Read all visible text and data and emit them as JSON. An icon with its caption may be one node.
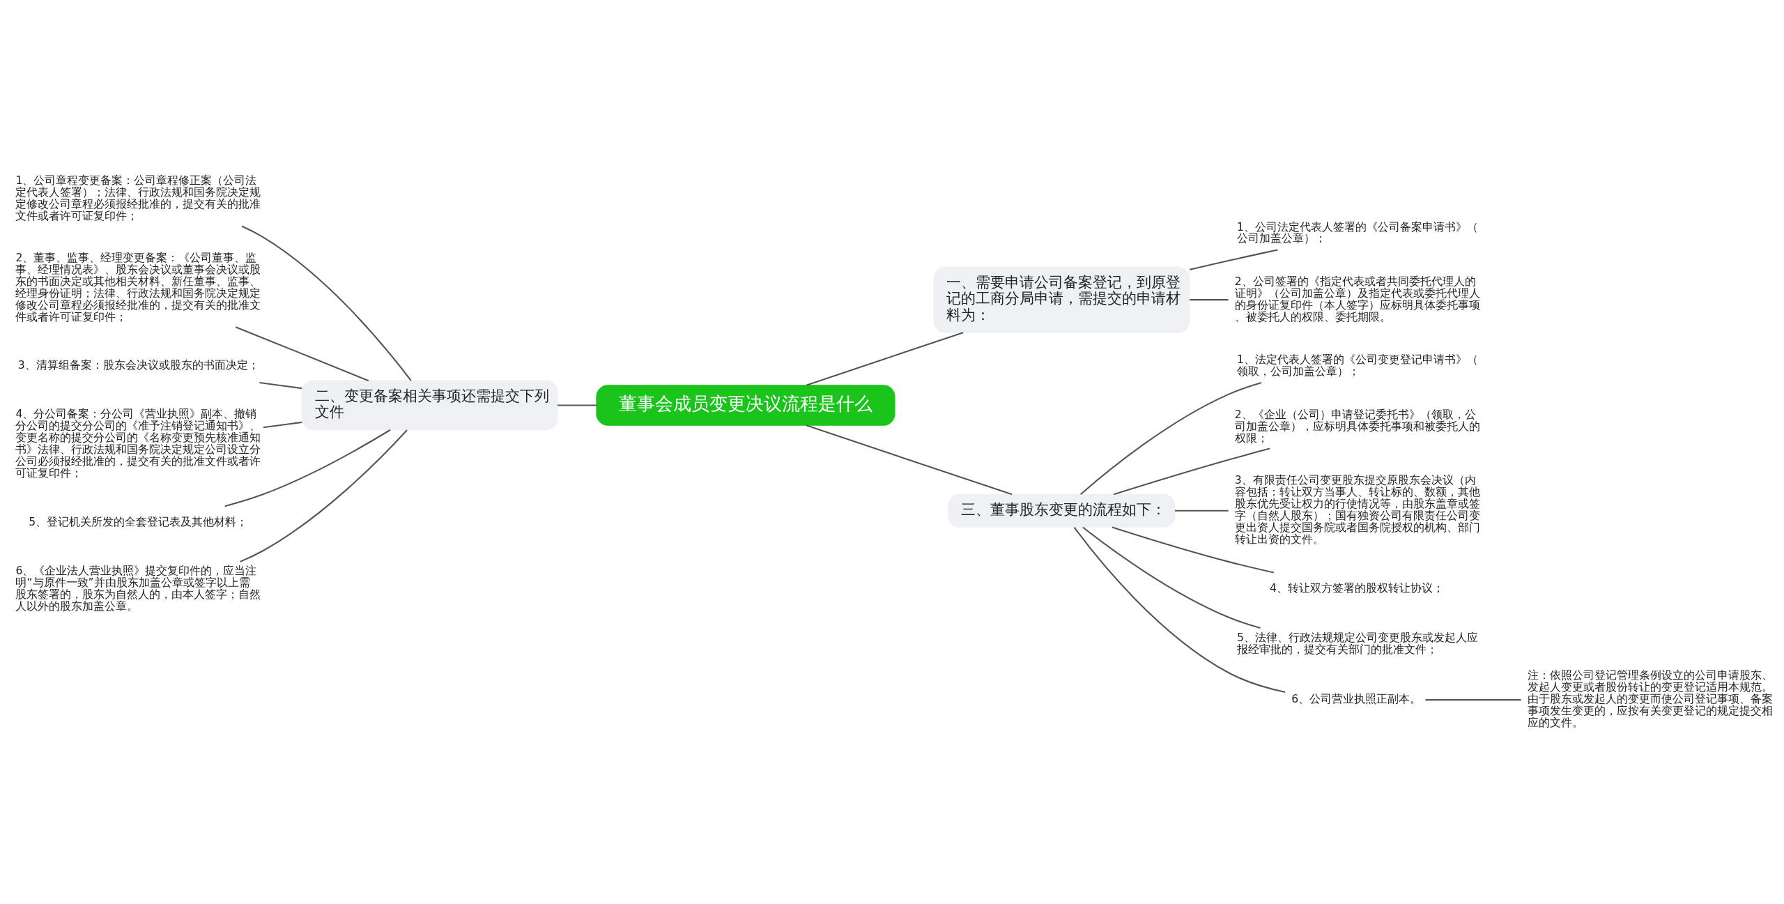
{
  "diagram": {
    "nodes": [
      {
        "text": [
          "董事会成员变更决议流程是什么"
        ]
      },
      {
        "text": [
          "一、需要申请公司备案登记，到原登记的工商分局申请，需提交的申请材料为："
        ]
      },
      {
        "text": [
          "1、公司法定代表人签署的《公司备案申请书》（公司加盖公章）；"
        ]
      },
      {
        "text": [
          "2、公司签署的《指定代表或者共同委托代理人的证明》（公司加盖公章）及指定代表或委托代理人的身份证复印件（本人签字）应标明具体委托事项、被委托人的权限、委托期限。"
        ]
      },
      {
        "text": [
          "三、董事股东变更的流程如下："
        ]
      },
      {
        "text": [
          "1、法定代表人签署的《公司变更登记申请书》（领取，公司加盖公章）；"
        ]
      },
      {
        "text": [
          "2、《企业（公司）申请登记委托书》（领取，公司加盖公章），应标明具体委托事项和被委托人的权限；"
        ]
      },
      {
        "text": [
          "3、有限责任公司变更股东提交原股东会决议（内容包括：转让双方当事人、转让标的、数额，其他股东优先受让权力的行使情况等，由股东盖章或签字（自然人股东）；国有独资公司有限责任公司变更出资人提交国务院或者国务院授权的机构、部门转让出资的文件。"
        ]
      },
      {
        "text": [
          "4、转让双方签署的股权转让协议；"
        ]
      },
      {
        "text": [
          "5、法律、行政法规规定公司变更股东或发起人应报经审批的，提交有关部门的批准文件；"
        ]
      },
      {
        "text": [
          "6、公司营业执照正副本。"
        ]
      },
      {
        "text": [
          "注：依照公司登记管理条例设立的公司申请股东、发起人变更或者股份转让的变更登记适用本规范。由于股东或发起人的变更而使公司登记事项、备案事项发生变更的，应按有关变更登记的规定提交相应的文件。"
        ]
      },
      {
        "text": [
          "二、变更备案相关事项还需提交下列文件"
        ]
      },
      {
        "text": [
          "1、公司章程变更备案：公司章程修正案（公司法定代表人签署）；法律、行政法规和国务院决定规定修改公司章程必须报经批准的，提交有关的批准文件或者许可证复印件；"
        ]
      },
      {
        "text": [
          "2、董事、监事、经理变更备案：《公司董事、监事、经理情况表》、股东会决议或董事会决议或股东的书面决定或其他相关材料、新任董事、监事、经理身份证明；法律、行政法规和国务院决定规定修改公司章程必须报经批准的，提交有关的批准文件或者许可证复印件；"
        ]
      },
      {
        "text": [
          "3、清算组备案：股东会决议或股东的书面决定；"
        ]
      },
      {
        "text": [
          "4、分公司备案：分公司《营业执照》副本、撤销分公司的提交分公司的《准予注销登记通知书》、变更名称的提交分公司的《名称变更预先核准通知书》法律、行政法规和国务院决定规定公司设立分公司必须报经批准的，提交有关的批准文件或者许可证复印件；"
        ]
      },
      {
        "text": [
          "5、登记机关所发的全套登记表及其他材料；"
        ]
      },
      {
        "text": [
          "6、《企业法人营业执照》提交复印件的，应当注明“与原件一致”并由股东加盖公章或签字以上需股东签署的，股东为自然人的，由本人签字；自然人以外的股东加盖公章。"
        ]
      }
    ],
    "edges": [
      {
        "from": 0,
        "to": 1,
        "arrow": "none"
      },
      {
        "from": 1,
        "to": 2,
        "arrow": "none"
      },
      {
        "from": 1,
        "to": 3,
        "arrow": "none"
      },
      {
        "from": 0,
        "to": 4,
        "arrow": "none"
      },
      {
        "from": 4,
        "to": 5,
        "arrow": "none"
      },
      {
        "from": 4,
        "to": 6,
        "arrow": "none"
      },
      {
        "from": 4,
        "to": 7,
        "arrow": "none"
      },
      {
        "from": 4,
        "to": 8,
        "arrow": "none"
      },
      {
        "from": 4,
        "to": 9,
        "arrow": "none"
      },
      {
        "from": 4,
        "to": 10,
        "arrow": "none"
      },
      {
        "from": 10,
        "to": 11,
        "arrow": "none"
      },
      {
        "from": 0,
        "to": 12,
        "arrow": "none"
      },
      {
        "from": 12,
        "to": 13,
        "arrow": "none"
      },
      {
        "from": 12,
        "to": 14,
        "arrow": "none"
      },
      {
        "from": 12,
        "to": 15,
        "arrow": "none"
      },
      {
        "from": 12,
        "to": 16,
        "arrow": "none"
      },
      {
        "from": 12,
        "to": 17,
        "arrow": "none"
      },
      {
        "from": 12,
        "to": 18,
        "arrow": "none"
      }
    ]
  }
}
